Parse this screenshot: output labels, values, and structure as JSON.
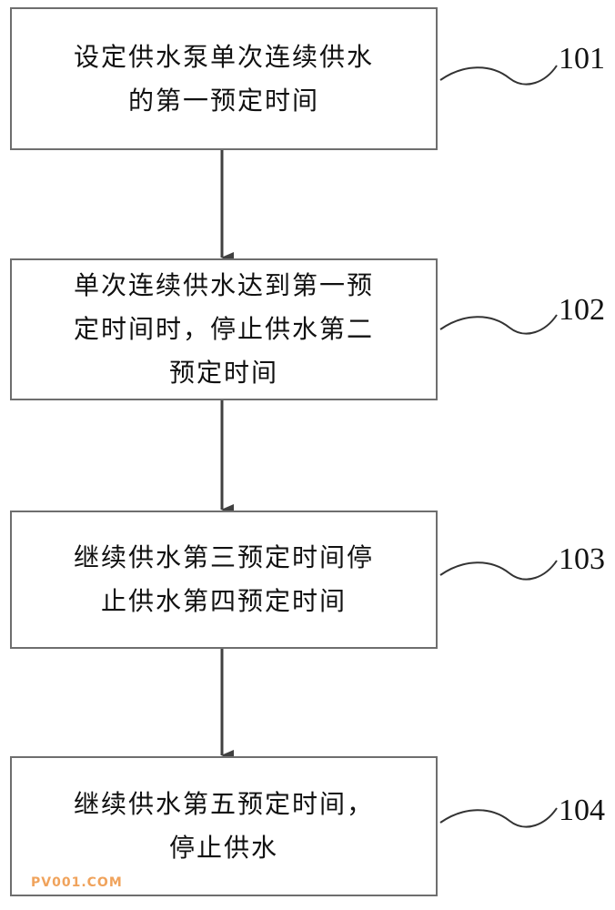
{
  "flowchart": {
    "steps": [
      {
        "id": "101",
        "lines": [
          "设定供水泵单次连续供水",
          "的第一预定时间"
        ]
      },
      {
        "id": "102",
        "lines": [
          "单次连续供水达到第一预",
          "定时间时，停止供水第二",
          "预定时间"
        ]
      },
      {
        "id": "103",
        "lines": [
          "继续供水第三预定时间停",
          "止供水第四预定时间"
        ]
      },
      {
        "id": "104",
        "lines": [
          "继续供水第五预定时间，",
          "停止供水"
        ]
      }
    ]
  },
  "watermark": {
    "text": "PV001.COM"
  },
  "colors": {
    "box_border": "#6e6e6e",
    "arrow": "#404040",
    "text": "#111111",
    "watermark": "#f0a35c"
  }
}
